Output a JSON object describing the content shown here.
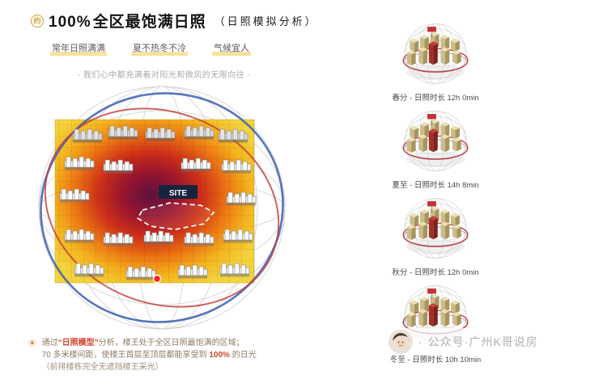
{
  "header": {
    "badge": "约",
    "title_percent": "100%",
    "title_main": "全区最饱满日照",
    "title_sub": "（日照模拟分析）",
    "tags": [
      "常年日照满满",
      "夏不热冬不冷",
      "气候宜人"
    ]
  },
  "quote": "- 我们心中都充满着对阳光和微风的无限向往 -",
  "main_visual": {
    "site_label": "SITE"
  },
  "footnote": {
    "l1_pre": "通过",
    "l1_hl": "“日照模型”",
    "l1_post": "分析，楼王处于全区日照最饱满的区域；",
    "l2_pre": "70 多米楼间距，使楼王首层至顶层都能享受到 ",
    "l2_hl": "100%",
    "l2_post": " 的日光",
    "l3": "（前排楼栋完全无遮挡楼王采光）"
  },
  "panels": [
    {
      "caption": "春分 - 日照时长 12h 0min"
    },
    {
      "caption": "夏至 - 日照时长 14h 8min"
    },
    {
      "caption": "秋分 - 日照时长 12h 0min"
    },
    {
      "caption": "冬至 - 日照时长 10h 10min"
    }
  ],
  "watermark": {
    "separator": "·",
    "text": "公众号·广州K哥说房"
  },
  "colors": {
    "accent_gold": "#c9a227",
    "highlight_red": "#d4452c",
    "site_navy": "#16233f",
    "heat_center": "#5d1240",
    "heat_edge": "#f3d43e"
  }
}
